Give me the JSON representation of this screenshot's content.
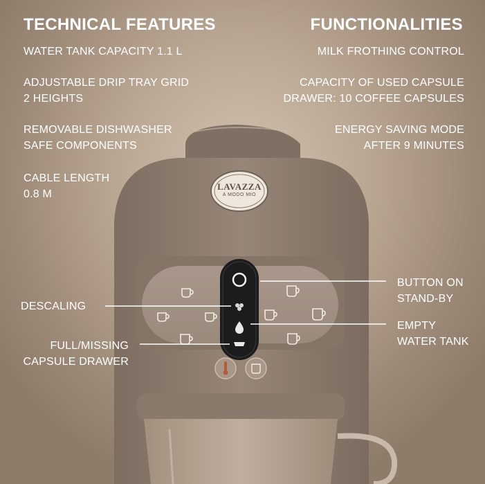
{
  "headers": {
    "technical": "TECHNICAL FEATURES",
    "functionalities": "FUNCTIONALITIES"
  },
  "technical_features": [
    [
      "WATER TANK CAPACITY 1.1 L"
    ],
    [
      "ADJUSTABLE DRIP TRAY GRID",
      "2 HEIGHTS"
    ],
    [
      "REMOVABLE DISHWASHER",
      "SAFE COMPONENTS"
    ],
    [
      "CABLE LENGTH",
      "0.8 M"
    ]
  ],
  "functionalities": [
    [
      "MILK FROTHING CONTROL"
    ],
    [
      "CAPACITY OF USED CAPSULE",
      "DRAWER: 10 COFFEE CAPSULES"
    ],
    [
      "ENERGY SAVING MODE",
      "AFTER 9 MINUTES"
    ]
  ],
  "callouts": {
    "descaling": "DESCALING",
    "capsule_drawer": [
      "FULL/MISSING",
      "CAPSULE DRAWER"
    ],
    "button_on": [
      "BUTTON ON",
      "STAND-BY"
    ],
    "empty_tank": [
      "EMPTY",
      "WATER TANK"
    ]
  },
  "brand": {
    "name": "LAVAZZA",
    "tagline": "A MODO MIO"
  },
  "colors": {
    "background": "#b9a692",
    "machine_body": "#8f7f70",
    "panel": "#a3927f",
    "control_strip": "#1c1c1e",
    "text": "#ffffff"
  }
}
